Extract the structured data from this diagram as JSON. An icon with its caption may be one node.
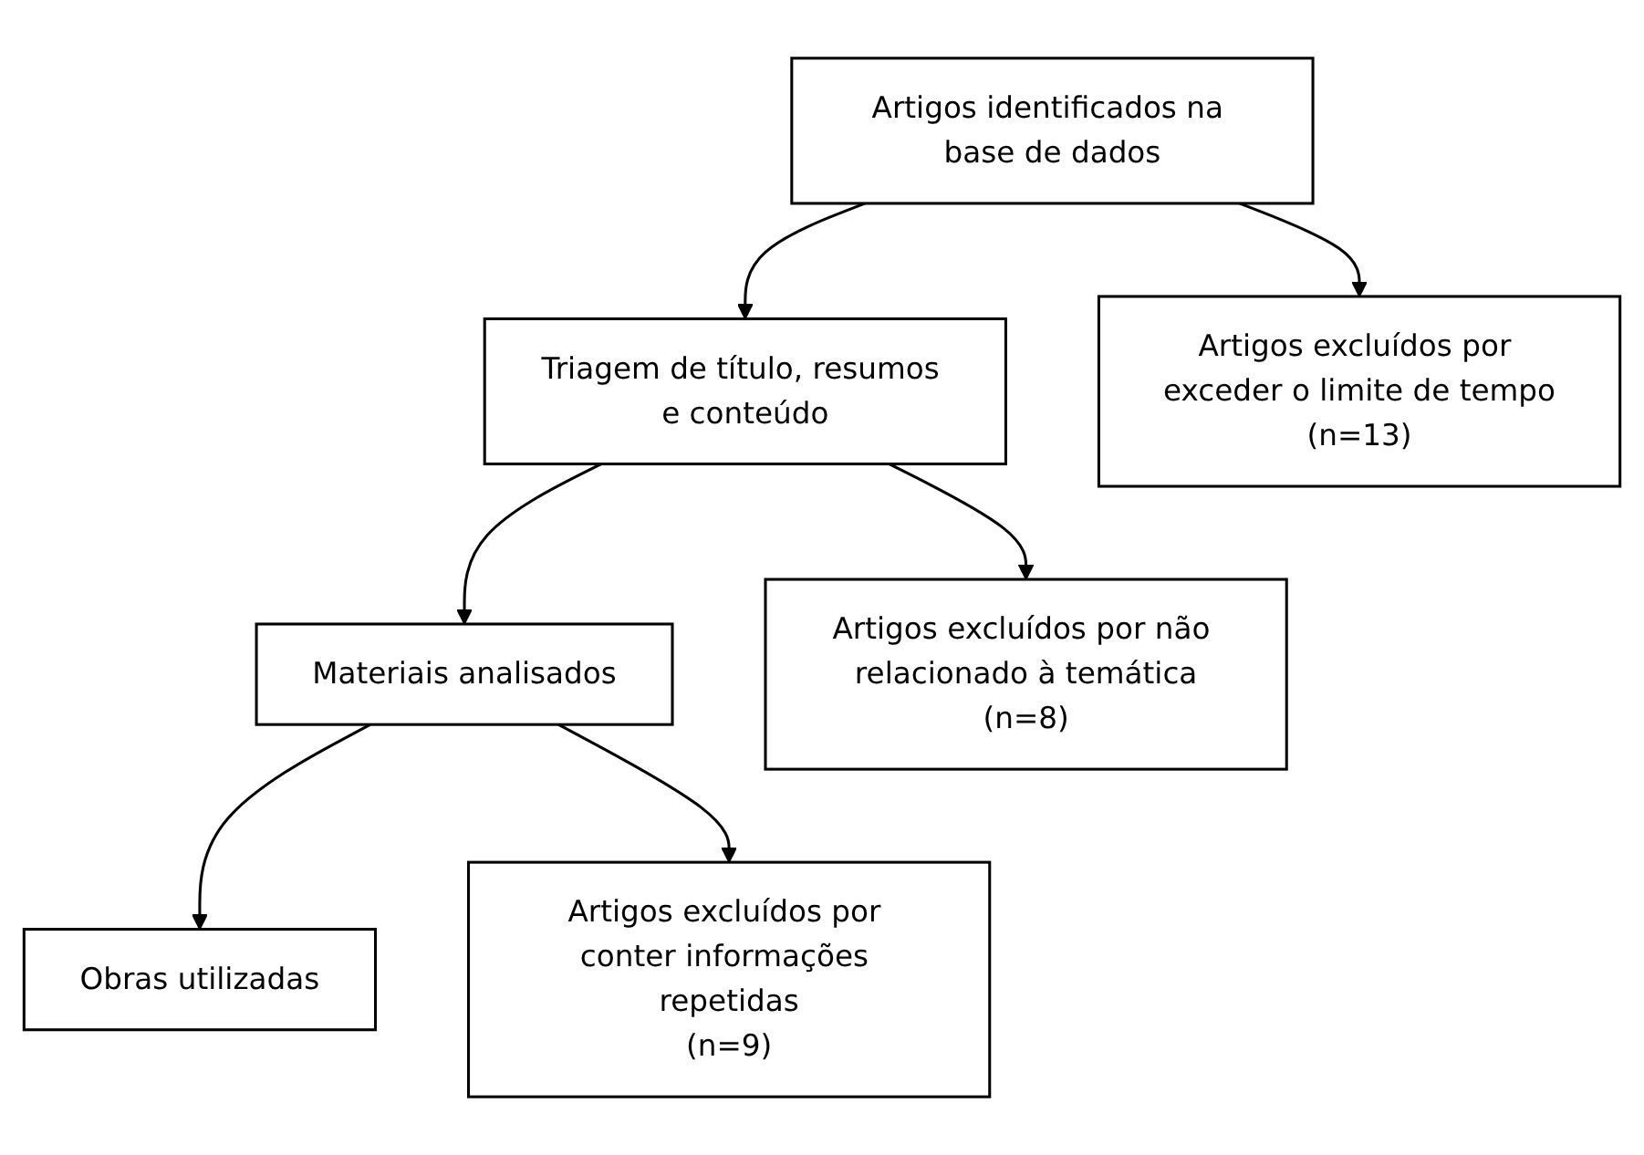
{
  "diagram": {
    "nodes": [
      {
        "text": [
          "Artigos identificados na base de dados"
        ]
      },
      {
        "text": [
          "Triagem de título, resumos e conteúdo"
        ]
      },
      {
        "text": [
          "Materiais analisados"
        ]
      },
      {
        "text": [
          "Obras utilizadas"
        ]
      },
      {
        "text": [
          "Artigos excluídos por exceder o limite de tempo",
          "(n=13)"
        ]
      },
      {
        "text": [
          "Artigos excluídos por não relacionado à temática",
          "(n=8)"
        ]
      },
      {
        "text": [
          "Artigos excluídos por conter informações repetidas",
          "(n=9)"
        ]
      }
    ],
    "edges": [
      {
        "from": 0,
        "to": 1,
        "arrow": "to"
      },
      {
        "from": 0,
        "to": 4,
        "arrow": "to"
      },
      {
        "from": 1,
        "to": 2,
        "arrow": "to"
      },
      {
        "from": 1,
        "to": 5,
        "arrow": "to"
      },
      {
        "from": 2,
        "to": 3,
        "arrow": "to"
      },
      {
        "from": 2,
        "to": 6,
        "arrow": "to"
      }
    ]
  }
}
